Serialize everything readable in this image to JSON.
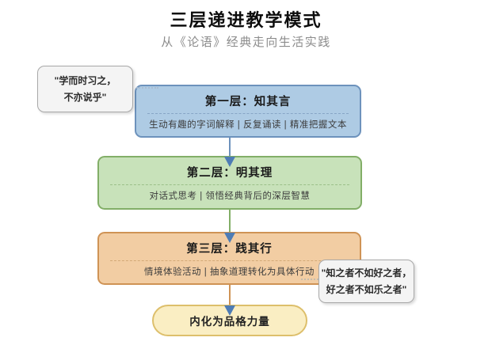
{
  "header": {
    "title": "三层递进教学模式",
    "subtitle": "从《论语》经典走向生活实践"
  },
  "layers": [
    {
      "name": "第一层：知其言",
      "detail": "生动有趣的字词解释 | 反复诵读 | 精准把握文本",
      "fill": "#aecbe4",
      "border": "#6d92bc"
    },
    {
      "name": "第二层：明其理",
      "detail": "对话式思考 | 领悟经典背后的深层智慧",
      "fill": "#c8e2ba",
      "border": "#82ae67"
    },
    {
      "name": "第三层：践其行",
      "detail": "情境体验活动 | 抽象道理转化为具体行动",
      "fill": "#f2cda3",
      "border": "#cf9355"
    }
  ],
  "outcome": {
    "label": "内化为品格力量",
    "fill": "#faeec3",
    "border": "#ddbf6b"
  },
  "quotes": [
    {
      "line1": "\"学而时习之，",
      "line2": "不亦说乎\""
    },
    {
      "line1": "\"知之者不如好之者，",
      "line2": "好之者不如乐之者\""
    }
  ],
  "arrows": {
    "head_color": "#4e7cb5"
  }
}
